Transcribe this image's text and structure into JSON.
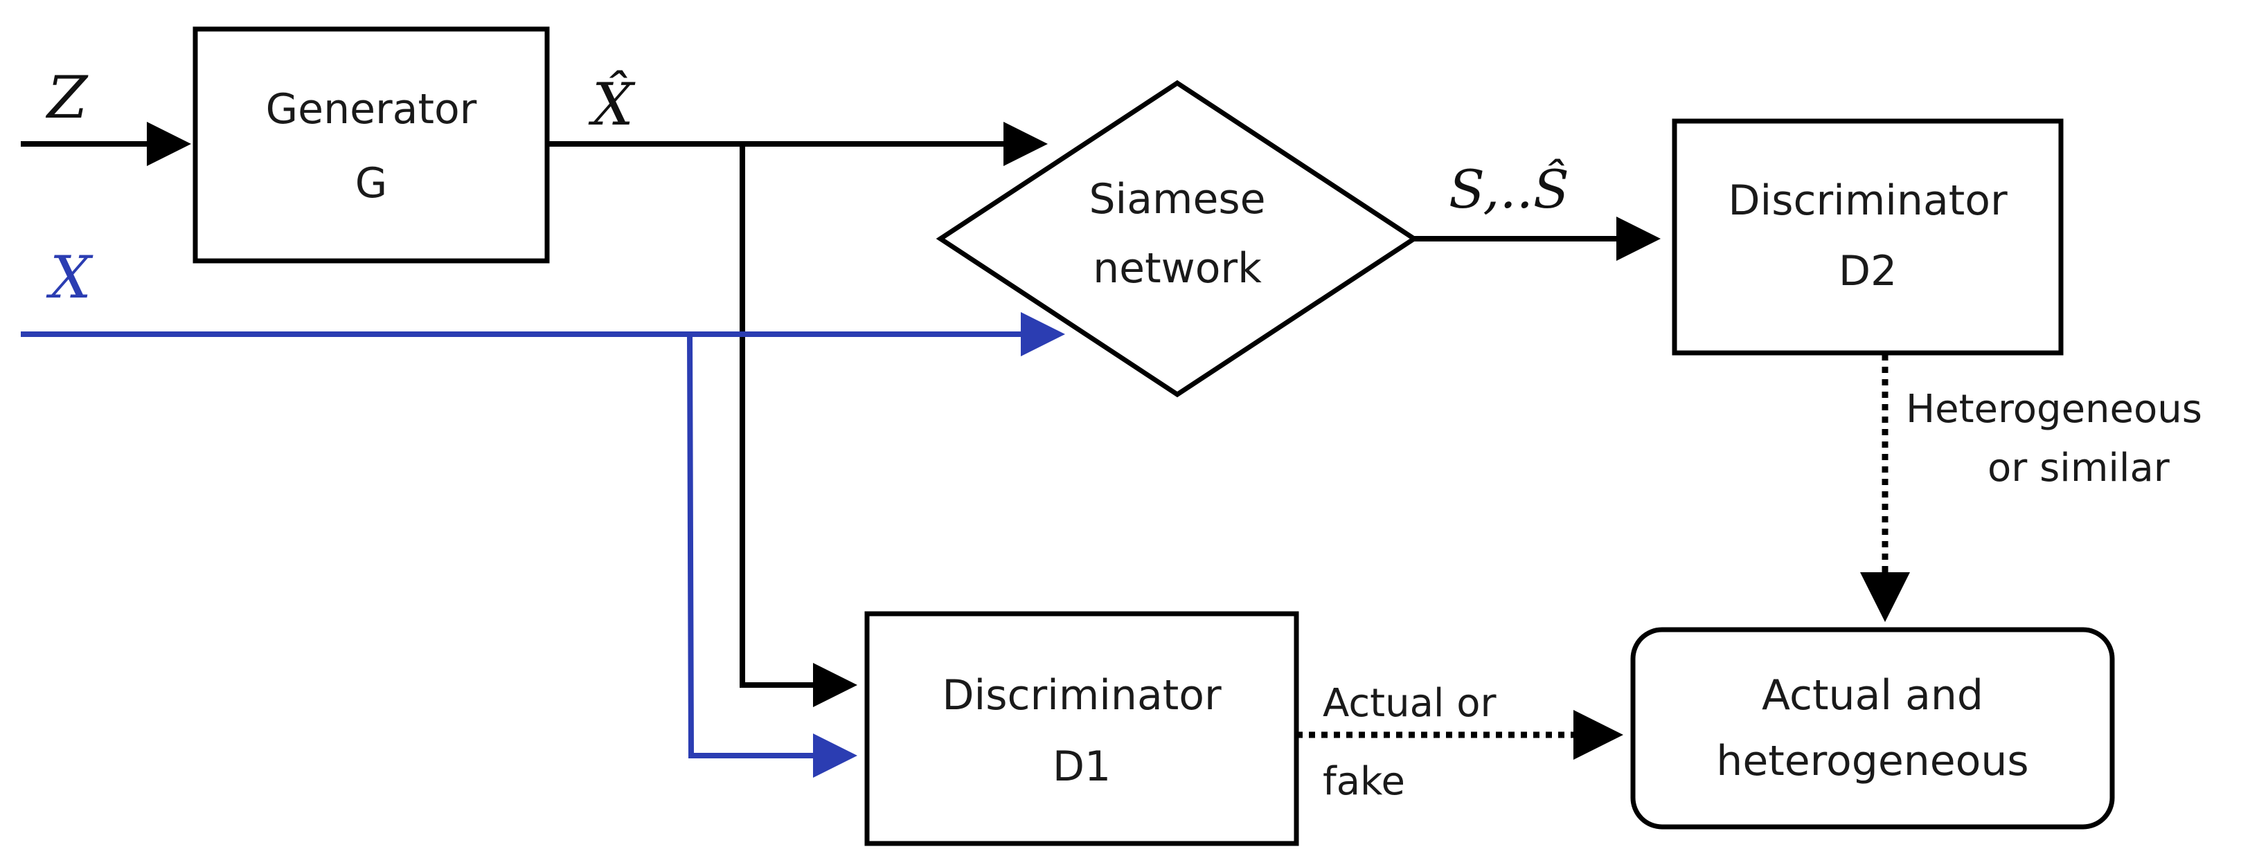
{
  "inputs": {
    "z": "Z",
    "x": "X",
    "x_hat": "X̂"
  },
  "nodes": {
    "generator": {
      "line1": "Generator",
      "line2": "G"
    },
    "siamese": {
      "line1": "Siamese",
      "line2": "network"
    },
    "d2": {
      "line1": "Discriminator",
      "line2": "D2"
    },
    "d1": {
      "line1": "Discriminator",
      "line2": "D1"
    },
    "output": {
      "line1": "Actual and",
      "line2": "heterogeneous"
    }
  },
  "edges": {
    "siamese_out": "S,..Ŝ",
    "d2_out_line1": "Heterogeneous",
    "d2_out_line2": "or  similar",
    "d1_out_line1": "Actual or",
    "d1_out_line2": "fake"
  },
  "colors": {
    "real_data_path": "#2b3db2",
    "generated_path": "#000000"
  }
}
